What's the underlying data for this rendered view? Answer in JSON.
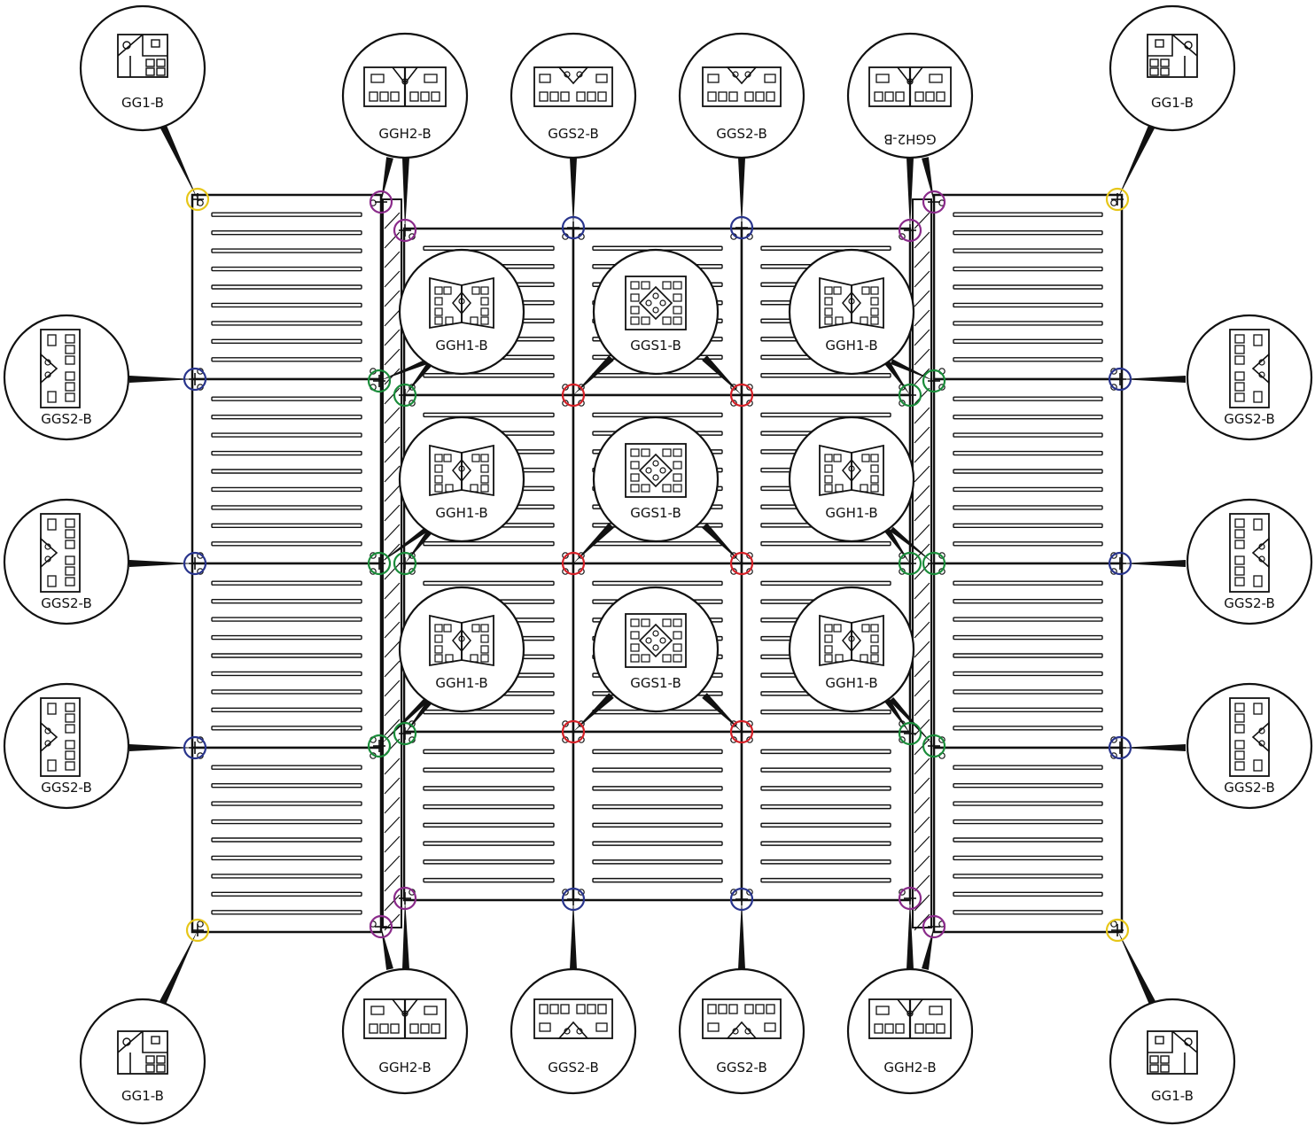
{
  "labels": {
    "gg1": "GG1-B",
    "ggh2": "GGH2-B",
    "ggs2": "GGS2-B",
    "ggh1": "GGH1-B",
    "ggs1": "GGS1-B"
  },
  "marker_colors": {
    "yellow": "#e6c619",
    "purple": "#8a2a8a",
    "blue": "#28348c",
    "green": "#1a8c3a",
    "red": "#d41f26"
  },
  "callouts": [
    {
      "label": "gg1",
      "icon": "gg1-connector-icon",
      "anchor": "yellow-marker-top-left"
    },
    {
      "label": "ggh2",
      "icon": "ggh2-connector-icon",
      "anchor": "purple-marker-top-left"
    },
    {
      "label": "ggs2",
      "icon": "ggs2-connector-icon",
      "anchor": "blue-marker-top-center-left"
    },
    {
      "label": "ggs2",
      "icon": "ggs2-connector-icon",
      "anchor": "blue-marker-top-center-right"
    },
    {
      "label": "ggh2",
      "icon": "ggh2-connector-icon",
      "anchor": "purple-marker-top-right",
      "mirrored": true
    },
    {
      "label": "gg1",
      "icon": "gg1-connector-icon",
      "anchor": "yellow-marker-top-right"
    },
    {
      "label": "ggs2",
      "icon": "ggs2-connector-icon",
      "anchor": "blue-marker-left-upper"
    },
    {
      "label": "ggs2",
      "icon": "ggs2-connector-icon",
      "anchor": "blue-marker-left-middle"
    },
    {
      "label": "ggs2",
      "icon": "ggs2-connector-icon",
      "anchor": "blue-marker-left-lower"
    },
    {
      "label": "ggs2",
      "icon": "ggs2-connector-icon",
      "anchor": "blue-marker-right-upper"
    },
    {
      "label": "ggs2",
      "icon": "ggs2-connector-icon",
      "anchor": "blue-marker-right-middle"
    },
    {
      "label": "ggs2",
      "icon": "ggs2-connector-icon",
      "anchor": "blue-marker-right-lower"
    },
    {
      "label": "ggh1",
      "icon": "ggh1-connector-icon",
      "anchor": "green-marker-left-row1"
    },
    {
      "label": "ggs1",
      "icon": "ggs1-connector-icon",
      "anchor": "red-marker-row1-left"
    },
    {
      "label": "ggh1",
      "icon": "ggh1-connector-icon",
      "anchor": "green-marker-right-row1"
    },
    {
      "label": "ggh1",
      "icon": "ggh1-connector-icon",
      "anchor": "green-marker-left-row2"
    },
    {
      "label": "ggs1",
      "icon": "ggs1-connector-icon",
      "anchor": "red-marker-row2-left"
    },
    {
      "label": "ggh1",
      "icon": "ggh1-connector-icon",
      "anchor": "green-marker-right-row2"
    },
    {
      "label": "ggh1",
      "icon": "ggh1-connector-icon",
      "anchor": "green-marker-left-row3"
    },
    {
      "label": "ggs1",
      "icon": "ggs1-connector-icon",
      "anchor": "red-marker-row3-left"
    },
    {
      "label": "ggh1",
      "icon": "ggh1-connector-icon",
      "anchor": "green-marker-right-row3"
    },
    {
      "label": "ggh2",
      "icon": "ggh2-connector-icon",
      "anchor": "purple-marker-bottom-left"
    },
    {
      "label": "ggs2",
      "icon": "ggs2-connector-icon",
      "anchor": "blue-marker-bottom-center-left"
    },
    {
      "label": "ggs2",
      "icon": "ggs2-connector-icon",
      "anchor": "blue-marker-bottom-center-right"
    },
    {
      "label": "ggh2",
      "icon": "ggh2-connector-icon",
      "anchor": "purple-marker-bottom-right"
    },
    {
      "label": "gg1",
      "icon": "gg1-connector-icon",
      "anchor": "yellow-marker-bottom-left"
    },
    {
      "label": "gg1",
      "icon": "gg1-connector-icon",
      "anchor": "yellow-marker-bottom-right"
    }
  ]
}
